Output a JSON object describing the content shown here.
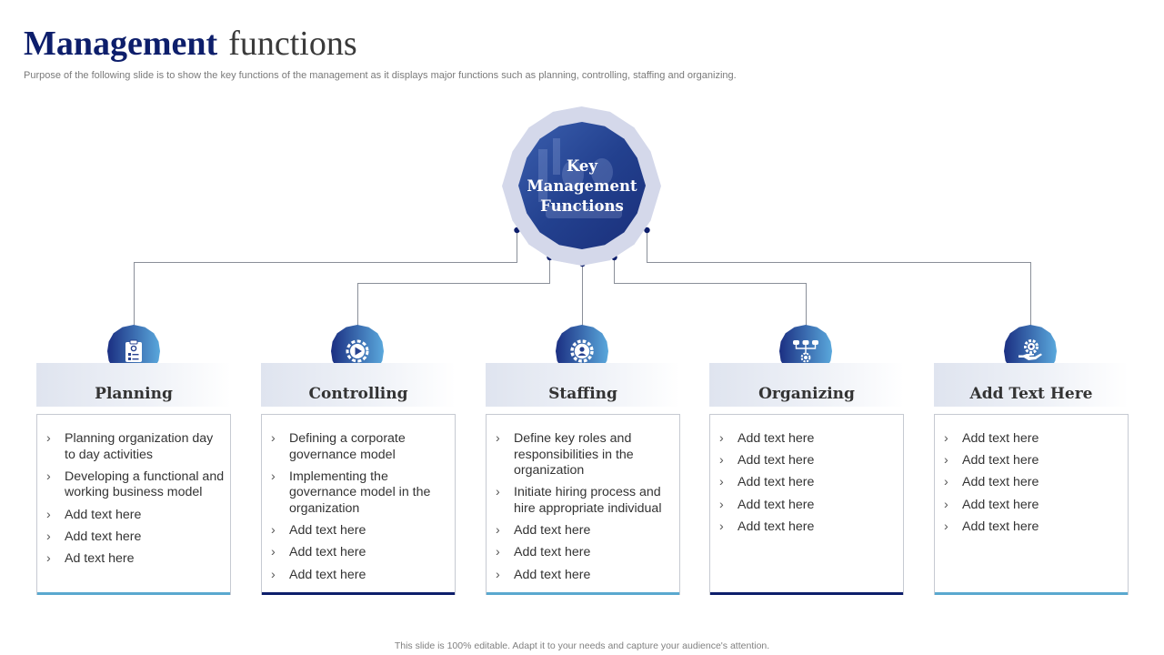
{
  "title_bold": "Management",
  "title_light": "functions",
  "subtitle": "Purpose of the following slide is to show the key functions of the management as it displays major functions such as planning, controlling, staffing and organizing.",
  "hub": {
    "label": "Key\nManagement\nFunctions"
  },
  "colors": {
    "navy": "#0d1e6b",
    "blue": "#3a62b3",
    "light_blue": "#5aa8cf",
    "hub_ring": "#d4d8ea"
  },
  "columns": [
    {
      "title": "Planning",
      "icon": "clipboard-icon",
      "accent": "#5aa8cf",
      "items": [
        "Planning organization day to day activities",
        "Developing a functional and working business model",
        "Add text here",
        "Add text here",
        "Ad text here"
      ]
    },
    {
      "title": "Controlling",
      "icon": "gear-play-icon",
      "accent": "#0d1e6b",
      "items": [
        "Defining a corporate governance model",
        "Implementing the governance model in the organization",
        "Add text here",
        "Add text here",
        "Add text here"
      ]
    },
    {
      "title": "Staffing",
      "icon": "user-gear-icon",
      "accent": "#5aa8cf",
      "items": [
        "Define key roles and responsibilities in the organization",
        "Initiate hiring process and hire appropriate individual",
        "Add text here",
        "Add text here",
        "Add text here"
      ]
    },
    {
      "title": "Organizing",
      "icon": "org-chart-icon",
      "accent": "#0d1e6b",
      "items": [
        "Add text here",
        "Add text here",
        "Add text here",
        "Add text here",
        "Add text here"
      ]
    },
    {
      "title": "Add Text Here",
      "icon": "hand-gear-icon",
      "accent": "#5aa8cf",
      "items": [
        "Add text here",
        "Add text here",
        "Add text here",
        "Add text here",
        "Add text here"
      ]
    }
  ],
  "bullet_glyph": "›",
  "footer": "This slide is 100% editable. Adapt it to your needs and capture your audience's attention."
}
